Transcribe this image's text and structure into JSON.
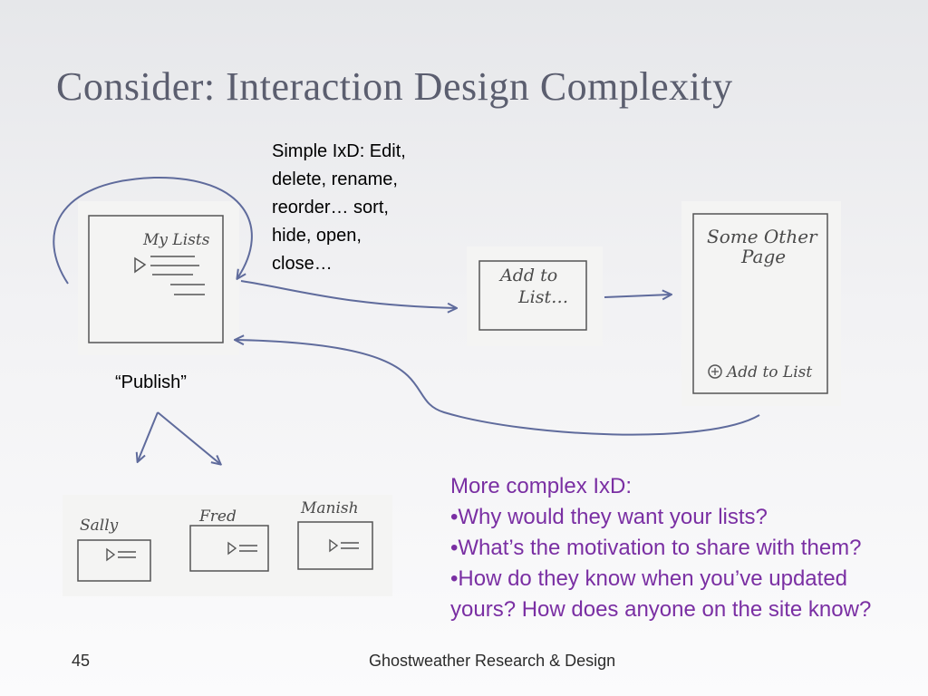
{
  "slide": {
    "title": "Consider: Interaction Design Complexity",
    "simple_ixd": [
      "Simple IxD: Edit,",
      "delete, rename,",
      "reorder…  sort,",
      "hide, open,",
      "close…"
    ],
    "publish_label": "“Publish”",
    "complex_ixd": {
      "heading": "More complex IxD:",
      "bullets": [
        "•Why would they want your lists?",
        "•What’s the motivation to share with them?",
        "•How do they know when you’ve updated yours?  How does anyone on the site know?"
      ]
    },
    "footer": {
      "page_number": "45",
      "source": "Ghostweather Research & Design"
    }
  },
  "sketches": {
    "my_lists": "My Lists",
    "add_to_list": [
      "Add to",
      "List…"
    ],
    "other_page": [
      "Some Other",
      "Page"
    ],
    "other_page_button": "Add to List",
    "users": [
      "Sally",
      "Fred",
      "Manish"
    ]
  },
  "colors": {
    "title": "#5b5e6f",
    "complex_text": "#7a2fa3",
    "arrow": "#5f6b9c"
  }
}
